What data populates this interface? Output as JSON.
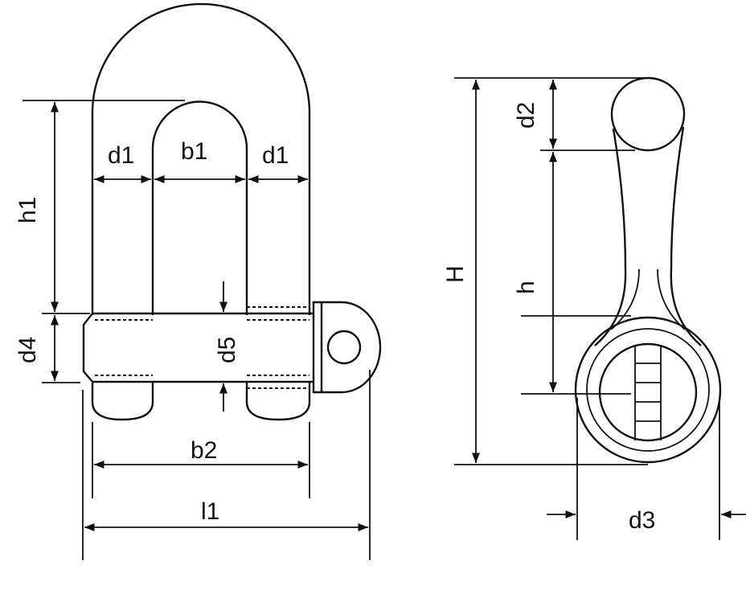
{
  "labels": {
    "d1_left": "d1",
    "b1": "b1",
    "d1_right": "d1",
    "h1": "h1",
    "d4": "d4",
    "d5": "d5",
    "b2": "b2",
    "l1": "l1",
    "H": "H",
    "d2": "d2",
    "h": "h",
    "d3": "d3"
  },
  "colors": {
    "line": "#111111",
    "background": "#ffffff"
  }
}
